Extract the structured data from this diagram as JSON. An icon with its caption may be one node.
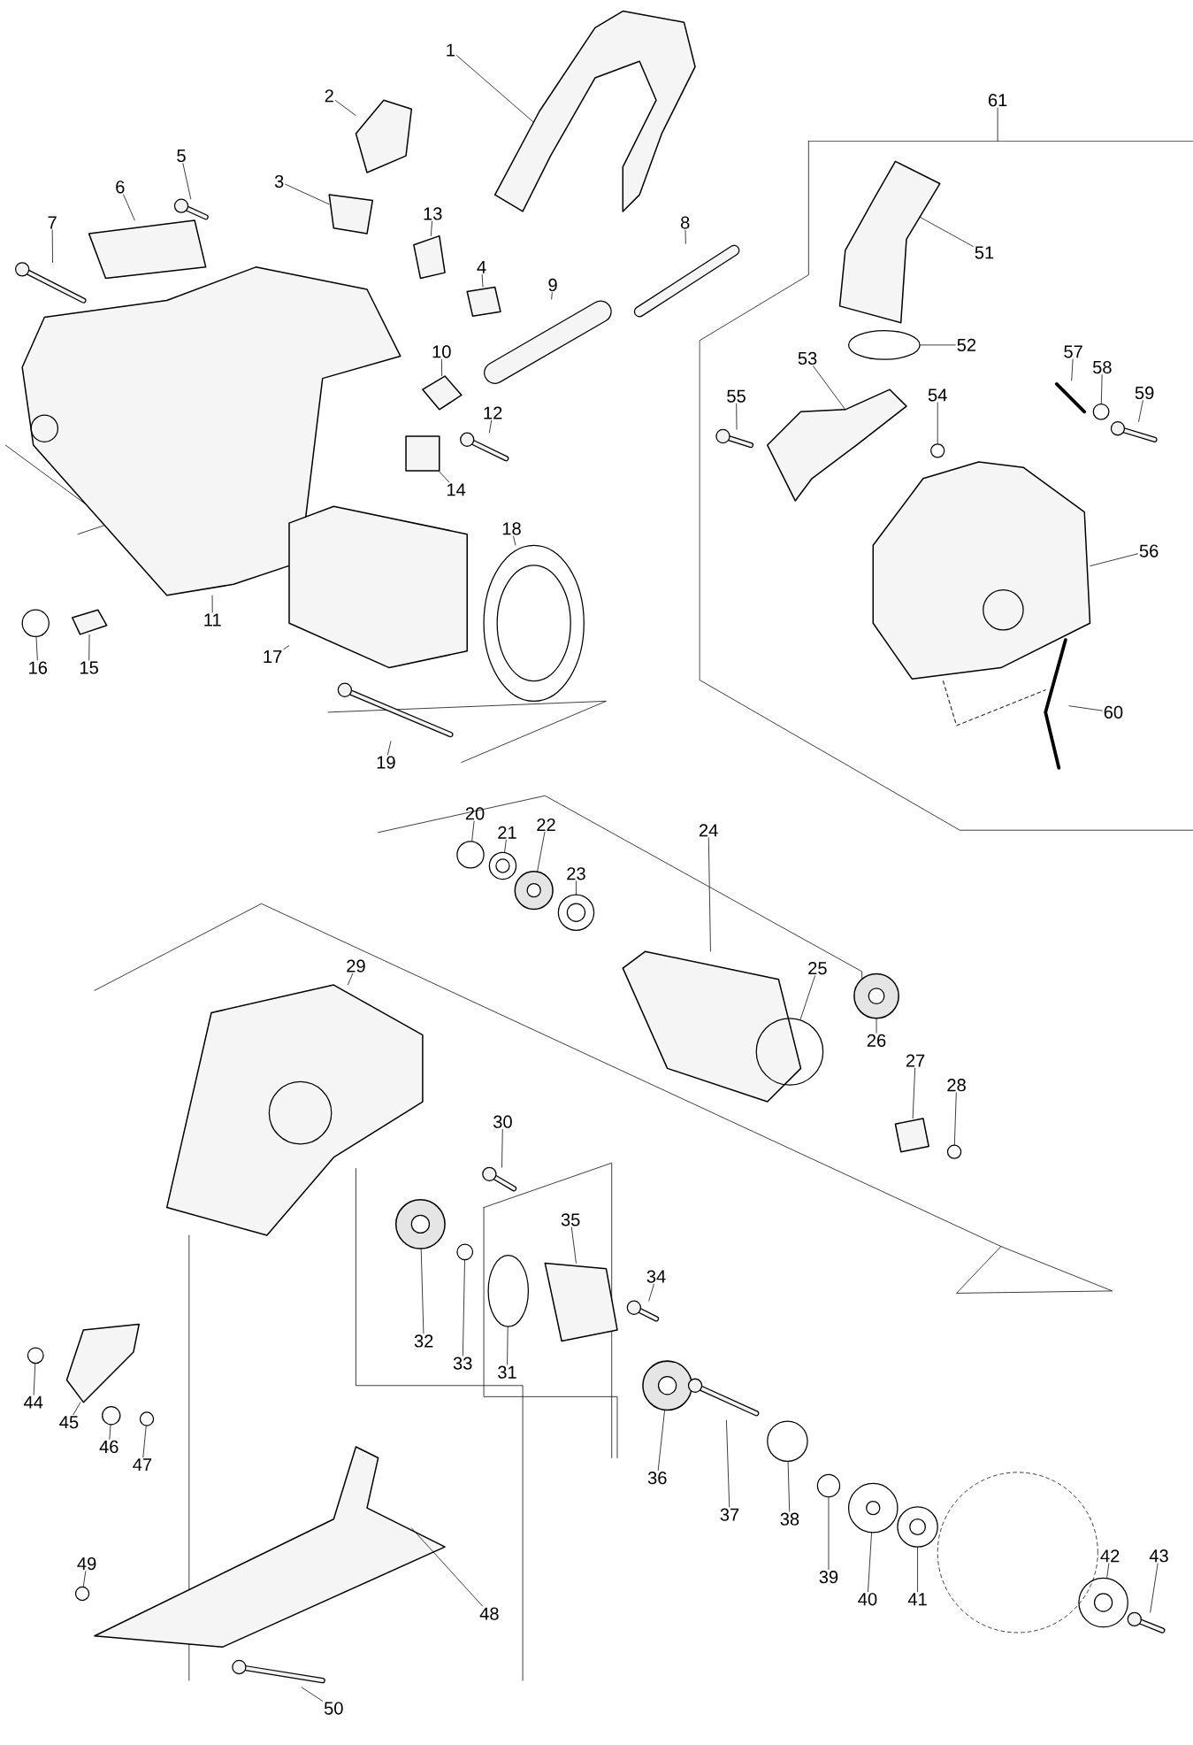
{
  "diagram": {
    "nodes": [
      {
        "text": [
          "1"
        ]
      },
      {
        "text": [
          "2"
        ]
      },
      {
        "text": [
          "3"
        ]
      },
      {
        "text": [
          "4"
        ]
      },
      {
        "text": [
          "5"
        ]
      },
      {
        "text": [
          "6"
        ]
      },
      {
        "text": [
          "7"
        ]
      },
      {
        "text": [
          "8"
        ]
      },
      {
        "text": [
          "9"
        ]
      },
      {
        "text": [
          "10"
        ]
      },
      {
        "text": [
          "11"
        ]
      },
      {
        "text": [
          "12"
        ]
      },
      {
        "text": [
          "13"
        ]
      },
      {
        "text": [
          "14"
        ]
      },
      {
        "text": [
          "15"
        ]
      },
      {
        "text": [
          "16"
        ]
      },
      {
        "text": [
          "17"
        ]
      },
      {
        "text": [
          "18"
        ]
      },
      {
        "text": [
          "19"
        ]
      },
      {
        "text": [
          "20"
        ]
      },
      {
        "text": [
          "21"
        ]
      },
      {
        "text": [
          "22"
        ]
      },
      {
        "text": [
          "23"
        ]
      },
      {
        "text": [
          "24"
        ]
      },
      {
        "text": [
          "25"
        ]
      },
      {
        "text": [
          "26"
        ]
      },
      {
        "text": [
          "27"
        ]
      },
      {
        "text": [
          "28"
        ]
      },
      {
        "text": [
          "29"
        ]
      },
      {
        "text": [
          "30"
        ]
      },
      {
        "text": [
          "31"
        ]
      },
      {
        "text": [
          "32"
        ]
      },
      {
        "text": [
          "33"
        ]
      },
      {
        "text": [
          "34"
        ]
      },
      {
        "text": [
          "35"
        ]
      },
      {
        "text": [
          "36"
        ]
      },
      {
        "text": [
          "37"
        ]
      },
      {
        "text": [
          "38"
        ]
      },
      {
        "text": [
          "39"
        ]
      },
      {
        "text": [
          "40"
        ]
      },
      {
        "text": [
          "41"
        ]
      },
      {
        "text": [
          "42"
        ]
      },
      {
        "text": [
          "43"
        ]
      },
      {
        "text": [
          "44"
        ]
      },
      {
        "text": [
          "45"
        ]
      },
      {
        "text": [
          "46"
        ]
      },
      {
        "text": [
          "47"
        ]
      },
      {
        "text": [
          "48"
        ]
      },
      {
        "text": [
          "49"
        ]
      },
      {
        "text": [
          "50"
        ]
      },
      {
        "text": [
          "51"
        ]
      },
      {
        "text": [
          "52"
        ]
      },
      {
        "text": [
          "53"
        ]
      },
      {
        "text": [
          "54"
        ]
      },
      {
        "text": [
          "55"
        ]
      },
      {
        "text": [
          "56"
        ]
      },
      {
        "text": [
          "57"
        ]
      },
      {
        "text": [
          "58"
        ]
      },
      {
        "text": [
          "59"
        ]
      },
      {
        "text": [
          "60"
        ]
      },
      {
        "text": [
          "61"
        ]
      },
      {
        "text": [],
        "shape": "picture"
      },
      {
        "text": [],
        "shape": "picture"
      },
      {
        "text": [],
        "shape": "picture"
      },
      {
        "text": [],
        "shape": "picture"
      },
      {
        "text": [],
        "shape": "picture"
      },
      {
        "text": [],
        "shape": "picture"
      },
      {
        "text": [],
        "shape": "picture"
      },
      {
        "text": [],
        "shape": "picture"
      },
      {
        "text": [],
        "shape": "picture"
      },
      {
        "text": [],
        "shape": "picture"
      },
      {
        "text": [],
        "shape": "picture"
      },
      {
        "text": [],
        "shape": "picture"
      },
      {
        "text": [],
        "shape": "picture"
      },
      {
        "text": [],
        "shape": "box"
      },
      {
        "text": [],
        "shape": "picture"
      },
      {
        "text": [],
        "shape": "circle"
      },
      {
        "text": [],
        "shape": "picture"
      },
      {
        "text": [],
        "shape": "picture"
      },
      {
        "text": [],
        "shape": "picture"
      },
      {
        "text": [],
        "shape": "circle"
      },
      {
        "text": [],
        "shape": "picture"
      },
      {
        "text": [],
        "shape": "picture"
      },
      {
        "text": [],
        "shape": "picture"
      },
      {
        "text": [],
        "shape": "picture"
      },
      {
        "text": [],
        "shape": "circle"
      },
      {
        "text": [],
        "shape": "picture"
      },
      {
        "text": [],
        "shape": "picture"
      },
      {
        "text": [],
        "shape": "circle"
      },
      {
        "text": [],
        "shape": "picture"
      },
      {
        "text": [],
        "shape": "picture"
      },
      {
        "text": [],
        "shape": "ellipse"
      },
      {
        "text": [],
        "shape": "picture"
      },
      {
        "text": [],
        "shape": "circle"
      },
      {
        "text": [],
        "shape": "picture"
      },
      {
        "text": [],
        "shape": "picture"
      },
      {
        "text": [],
        "shape": "picture"
      },
      {
        "text": [],
        "shape": "picture"
      },
      {
        "text": [],
        "shape": "circle"
      },
      {
        "text": [],
        "shape": "circle"
      },
      {
        "text": [],
        "shape": "picture"
      },
      {
        "text": [],
        "shape": "picture"
      },
      {
        "text": [],
        "shape": "picture"
      },
      {
        "text": [],
        "shape": "picture"
      },
      {
        "text": [],
        "shape": "circle"
      },
      {
        "text": [],
        "shape": "picture"
      },
      {
        "text": [],
        "shape": "circle"
      },
      {
        "text": [],
        "shape": "circle"
      },
      {
        "text": [],
        "shape": "picture"
      },
      {
        "text": [],
        "shape": "circle"
      },
      {
        "text": [],
        "shape": "picture"
      },
      {
        "text": [],
        "shape": "picture"
      },
      {
        "text": [],
        "shape": "ellipse"
      },
      {
        "text": [],
        "shape": "picture"
      },
      {
        "text": [],
        "shape": "circle"
      },
      {
        "text": [],
        "shape": "picture"
      },
      {
        "text": [],
        "shape": "picture"
      },
      {
        "text": [],
        "shape": "picture"
      },
      {
        "text": [],
        "shape": "circle"
      },
      {
        "text": [],
        "shape": "picture"
      },
      {
        "text": [],
        "shape": "picture"
      },
      {
        "text": [],
        "shape": "circle"
      }
    ],
    "edges": [
      {
        "from": 0,
        "to": 61,
        "arrow": "none"
      },
      {
        "from": 1,
        "to": 62,
        "arrow": "none"
      },
      {
        "from": 2,
        "to": 63,
        "arrow": "none"
      },
      {
        "from": 3,
        "to": 64,
        "arrow": "none"
      },
      {
        "from": 4,
        "to": 65,
        "arrow": "none"
      },
      {
        "from": 5,
        "to": 66,
        "arrow": "none"
      },
      {
        "from": 6,
        "to": 67,
        "arrow": "none"
      },
      {
        "from": 7,
        "to": 68,
        "arrow": "none"
      },
      {
        "from": 8,
        "to": 69,
        "arrow": "none"
      },
      {
        "from": 9,
        "to": 70,
        "arrow": "none"
      },
      {
        "from": 10,
        "to": 71,
        "arrow": "none"
      },
      {
        "from": 11,
        "to": 72,
        "arrow": "none"
      },
      {
        "from": 12,
        "to": 73,
        "arrow": "none"
      },
      {
        "from": 13,
        "to": 74,
        "arrow": "none"
      },
      {
        "from": 14,
        "to": 75,
        "arrow": "none"
      },
      {
        "from": 15,
        "to": 76,
        "arrow": "none"
      },
      {
        "from": 16,
        "to": 77,
        "arrow": "none"
      },
      {
        "from": 17,
        "to": 78,
        "arrow": "none"
      },
      {
        "from": 18,
        "to": 79,
        "arrow": "none"
      },
      {
        "from": 19,
        "to": 80,
        "arrow": "none"
      },
      {
        "from": 20,
        "to": 81,
        "arrow": "none"
      },
      {
        "from": 21,
        "to": 82,
        "arrow": "none"
      },
      {
        "from": 22,
        "to": 83,
        "arrow": "none"
      },
      {
        "from": 23,
        "to": 84,
        "arrow": "none"
      },
      {
        "from": 24,
        "to": 85,
        "arrow": "none"
      },
      {
        "from": 25,
        "to": 86,
        "arrow": "none"
      },
      {
        "from": 26,
        "to": 87,
        "arrow": "none"
      },
      {
        "from": 27,
        "to": 88,
        "arrow": "none"
      },
      {
        "from": 28,
        "to": 89,
        "arrow": "none"
      },
      {
        "from": 29,
        "to": 90,
        "arrow": "none"
      },
      {
        "from": 30,
        "to": 91,
        "arrow": "none"
      },
      {
        "from": 31,
        "to": 92,
        "arrow": "none"
      },
      {
        "from": 32,
        "to": 93,
        "arrow": "none"
      },
      {
        "from": 33,
        "to": 94,
        "arrow": "none"
      },
      {
        "from": 34,
        "to": 95,
        "arrow": "none"
      },
      {
        "from": 35,
        "to": 96,
        "arrow": "none"
      },
      {
        "from": 36,
        "to": 97,
        "arrow": "none"
      },
      {
        "from": 37,
        "to": 98,
        "arrow": "none"
      },
      {
        "from": 38,
        "to": 99,
        "arrow": "none"
      },
      {
        "from": 39,
        "to": 100,
        "arrow": "none"
      },
      {
        "from": 40,
        "to": 101,
        "arrow": "none"
      },
      {
        "from": 41,
        "to": 102,
        "arrow": "none"
      },
      {
        "from": 42,
        "to": 103,
        "arrow": "none"
      },
      {
        "from": 43,
        "to": 104,
        "arrow": "none"
      },
      {
        "from": 44,
        "to": 105,
        "arrow": "none"
      },
      {
        "from": 45,
        "to": 106,
        "arrow": "none"
      },
      {
        "from": 46,
        "to": 107,
        "arrow": "none"
      },
      {
        "from": 47,
        "to": 108,
        "arrow": "none"
      },
      {
        "from": 48,
        "to": 109,
        "arrow": "none"
      },
      {
        "from": 49,
        "to": 110,
        "arrow": "none"
      },
      {
        "from": 50,
        "to": 111,
        "arrow": "none"
      },
      {
        "from": 51,
        "to": 112,
        "arrow": "none"
      },
      {
        "from": 52,
        "to": 113,
        "arrow": "none"
      },
      {
        "from": 53,
        "to": 114,
        "arrow": "none"
      },
      {
        "from": 54,
        "to": 115,
        "arrow": "none"
      },
      {
        "from": 55,
        "to": 116,
        "arrow": "none"
      },
      {
        "from": 56,
        "to": 117,
        "arrow": "none"
      },
      {
        "from": 57,
        "to": 118,
        "arrow": "none"
      },
      {
        "from": 58,
        "to": 119,
        "arrow": "none"
      },
      {
        "from": 59,
        "to": 120,
        "arrow": "none"
      },
      {
        "from": 60,
        "to": null,
        "arrow": "none"
      }
    ]
  }
}
